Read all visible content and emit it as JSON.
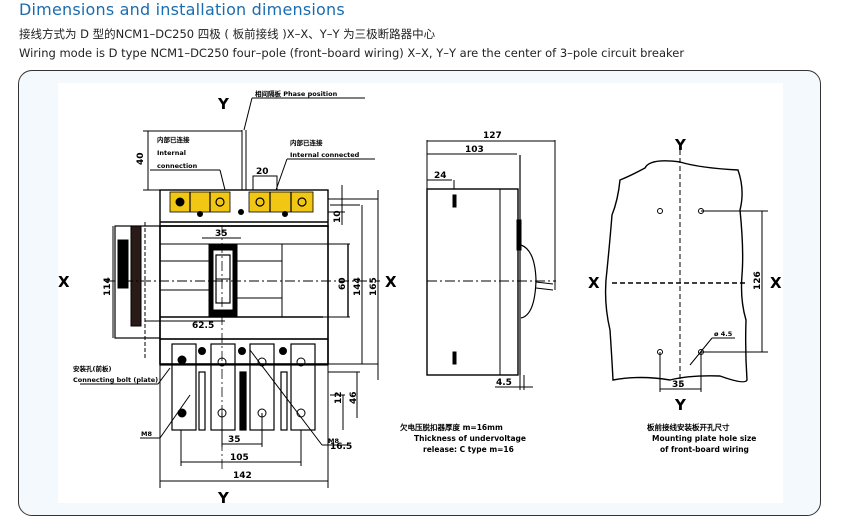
{
  "header": {
    "title": "Dimensions and installation dimensions",
    "subtitle_cn": "接线方式为 D 型的NCM1–DC250 四极 ( 板前接线 )X–X、Y–Y 为三极断路器中心",
    "subtitle_en": "Wiring mode is D type NCM1–DC250 four–pole (front–board wiring) X–X, Y–Y are the center of 3–pole circuit breaker"
  },
  "colors": {
    "title": "#1a6cb0",
    "frame_bg": "#f4f9fd",
    "terminal_yellow": "#f2c714",
    "line": "#000000"
  },
  "axes": {
    "x": "X",
    "y": "Y"
  },
  "front_view": {
    "labels": {
      "phase_position": "相间隔板 Phase position",
      "internal_connection_left_cn": "内部已连接",
      "internal_connection_left_en1": "Internal",
      "internal_connection_left_en2": "connection",
      "internal_connection_right_cn": "内部已连接",
      "internal_connection_right_en": "Internal connected",
      "mounting_cn": "安装孔(前板)",
      "mounting_en": "Connecting bolt (plate)",
      "bolt_left": "M8",
      "bolt_right": "M8"
    },
    "dimensions": {
      "top_height": "40",
      "top_gap": "20",
      "pole_pitch_top": "35",
      "offset_top": "10",
      "handle_span": "60",
      "mount_height": "144",
      "overall_height": "165",
      "left_height": "114",
      "handle_offset": "62.5",
      "pole_pitch_bottom": "35",
      "mount_width": "105",
      "overall_width": "142",
      "bottom_offset1": "12",
      "bottom_offset2": "46",
      "bottom_small": "16.5"
    }
  },
  "side_view": {
    "dimensions": {
      "overall_depth": "127",
      "body_depth": "103",
      "top_step": "24",
      "front_offset": "4.5"
    },
    "caption": {
      "line1": "欠电压脱扣器厚度 m=16mm",
      "line2": "Thickness of undervoltage",
      "line3": "release: C type m=16"
    }
  },
  "mounting_plate": {
    "dimensions": {
      "hole_diameter": "ø 4.5",
      "vertical_pitch": "126",
      "horizontal_pitch": "35"
    },
    "caption": {
      "line1": "板前接线安装板开孔尺寸",
      "line2": "Mounting plate hole size",
      "line3": "of front-board wiring"
    }
  }
}
